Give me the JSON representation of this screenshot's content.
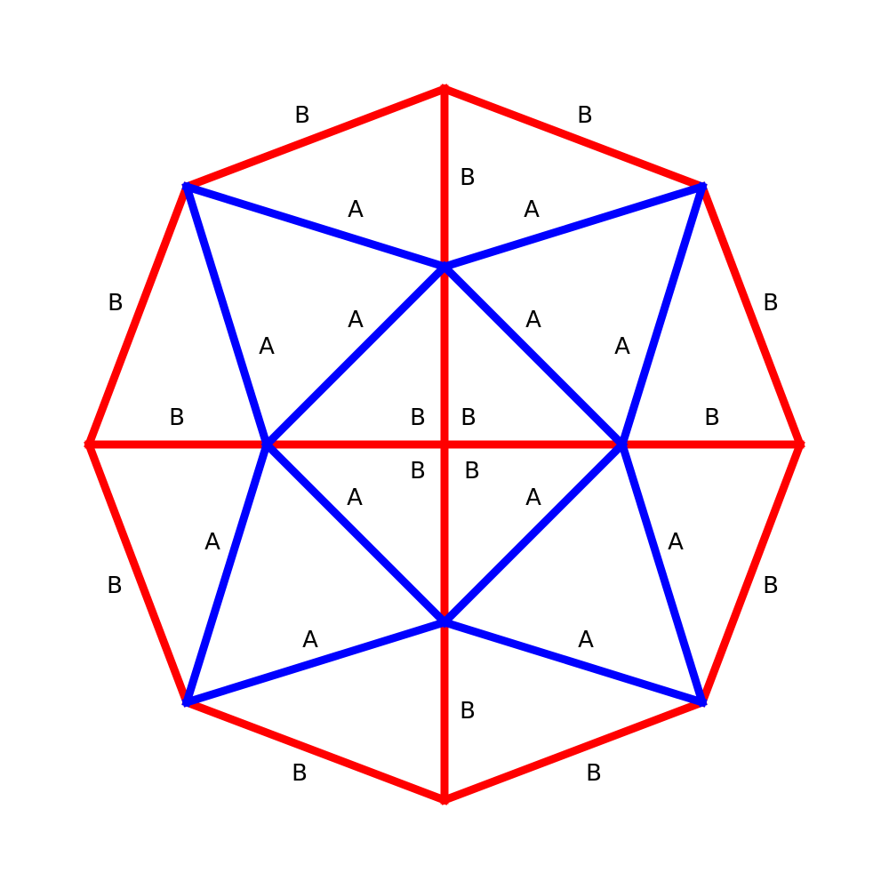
{
  "colors": {
    "red_edge": "#ff0000",
    "blue_edge": "#0000ff",
    "label": "#000000",
    "background": "#ffffff"
  },
  "labels": {
    "red": "B",
    "blue": "A"
  },
  "red_edges": [
    {
      "name": "octagon-edge-top-left",
      "label": "B"
    },
    {
      "name": "octagon-edge-top-right",
      "label": "B"
    },
    {
      "name": "octagon-edge-upper-right",
      "label": "B"
    },
    {
      "name": "octagon-edge-lower-right",
      "label": "B"
    },
    {
      "name": "octagon-edge-bottom-right",
      "label": "B"
    },
    {
      "name": "octagon-edge-bottom-left",
      "label": "B"
    },
    {
      "name": "octagon-edge-lower-left",
      "label": "B"
    },
    {
      "name": "octagon-edge-upper-left",
      "label": "B"
    },
    {
      "name": "vertical-spoke-top",
      "label": "B"
    },
    {
      "name": "vertical-spoke-upper-inner",
      "label": "B"
    },
    {
      "name": "vertical-spoke-lower-inner",
      "label": "B"
    },
    {
      "name": "vertical-spoke-bottom",
      "label": "B"
    },
    {
      "name": "horizontal-spoke-left",
      "label": "B"
    },
    {
      "name": "horizontal-spoke-left-inner",
      "label": "B"
    },
    {
      "name": "horizontal-spoke-right-inner",
      "label": "B"
    },
    {
      "name": "horizontal-spoke-right",
      "label": "B"
    }
  ],
  "blue_edges": [
    {
      "name": "star-edge-1",
      "label": "A"
    },
    {
      "name": "star-edge-2",
      "label": "A"
    },
    {
      "name": "star-edge-3",
      "label": "A"
    },
    {
      "name": "star-edge-4",
      "label": "A"
    },
    {
      "name": "star-edge-5",
      "label": "A"
    },
    {
      "name": "star-edge-6",
      "label": "A"
    },
    {
      "name": "star-edge-7",
      "label": "A"
    },
    {
      "name": "star-edge-8",
      "label": "A"
    },
    {
      "name": "diamond-edge-1",
      "label": "A"
    },
    {
      "name": "diamond-edge-2",
      "label": "A"
    },
    {
      "name": "diamond-edge-3",
      "label": "A"
    },
    {
      "name": "diamond-edge-4",
      "label": "A"
    }
  ]
}
